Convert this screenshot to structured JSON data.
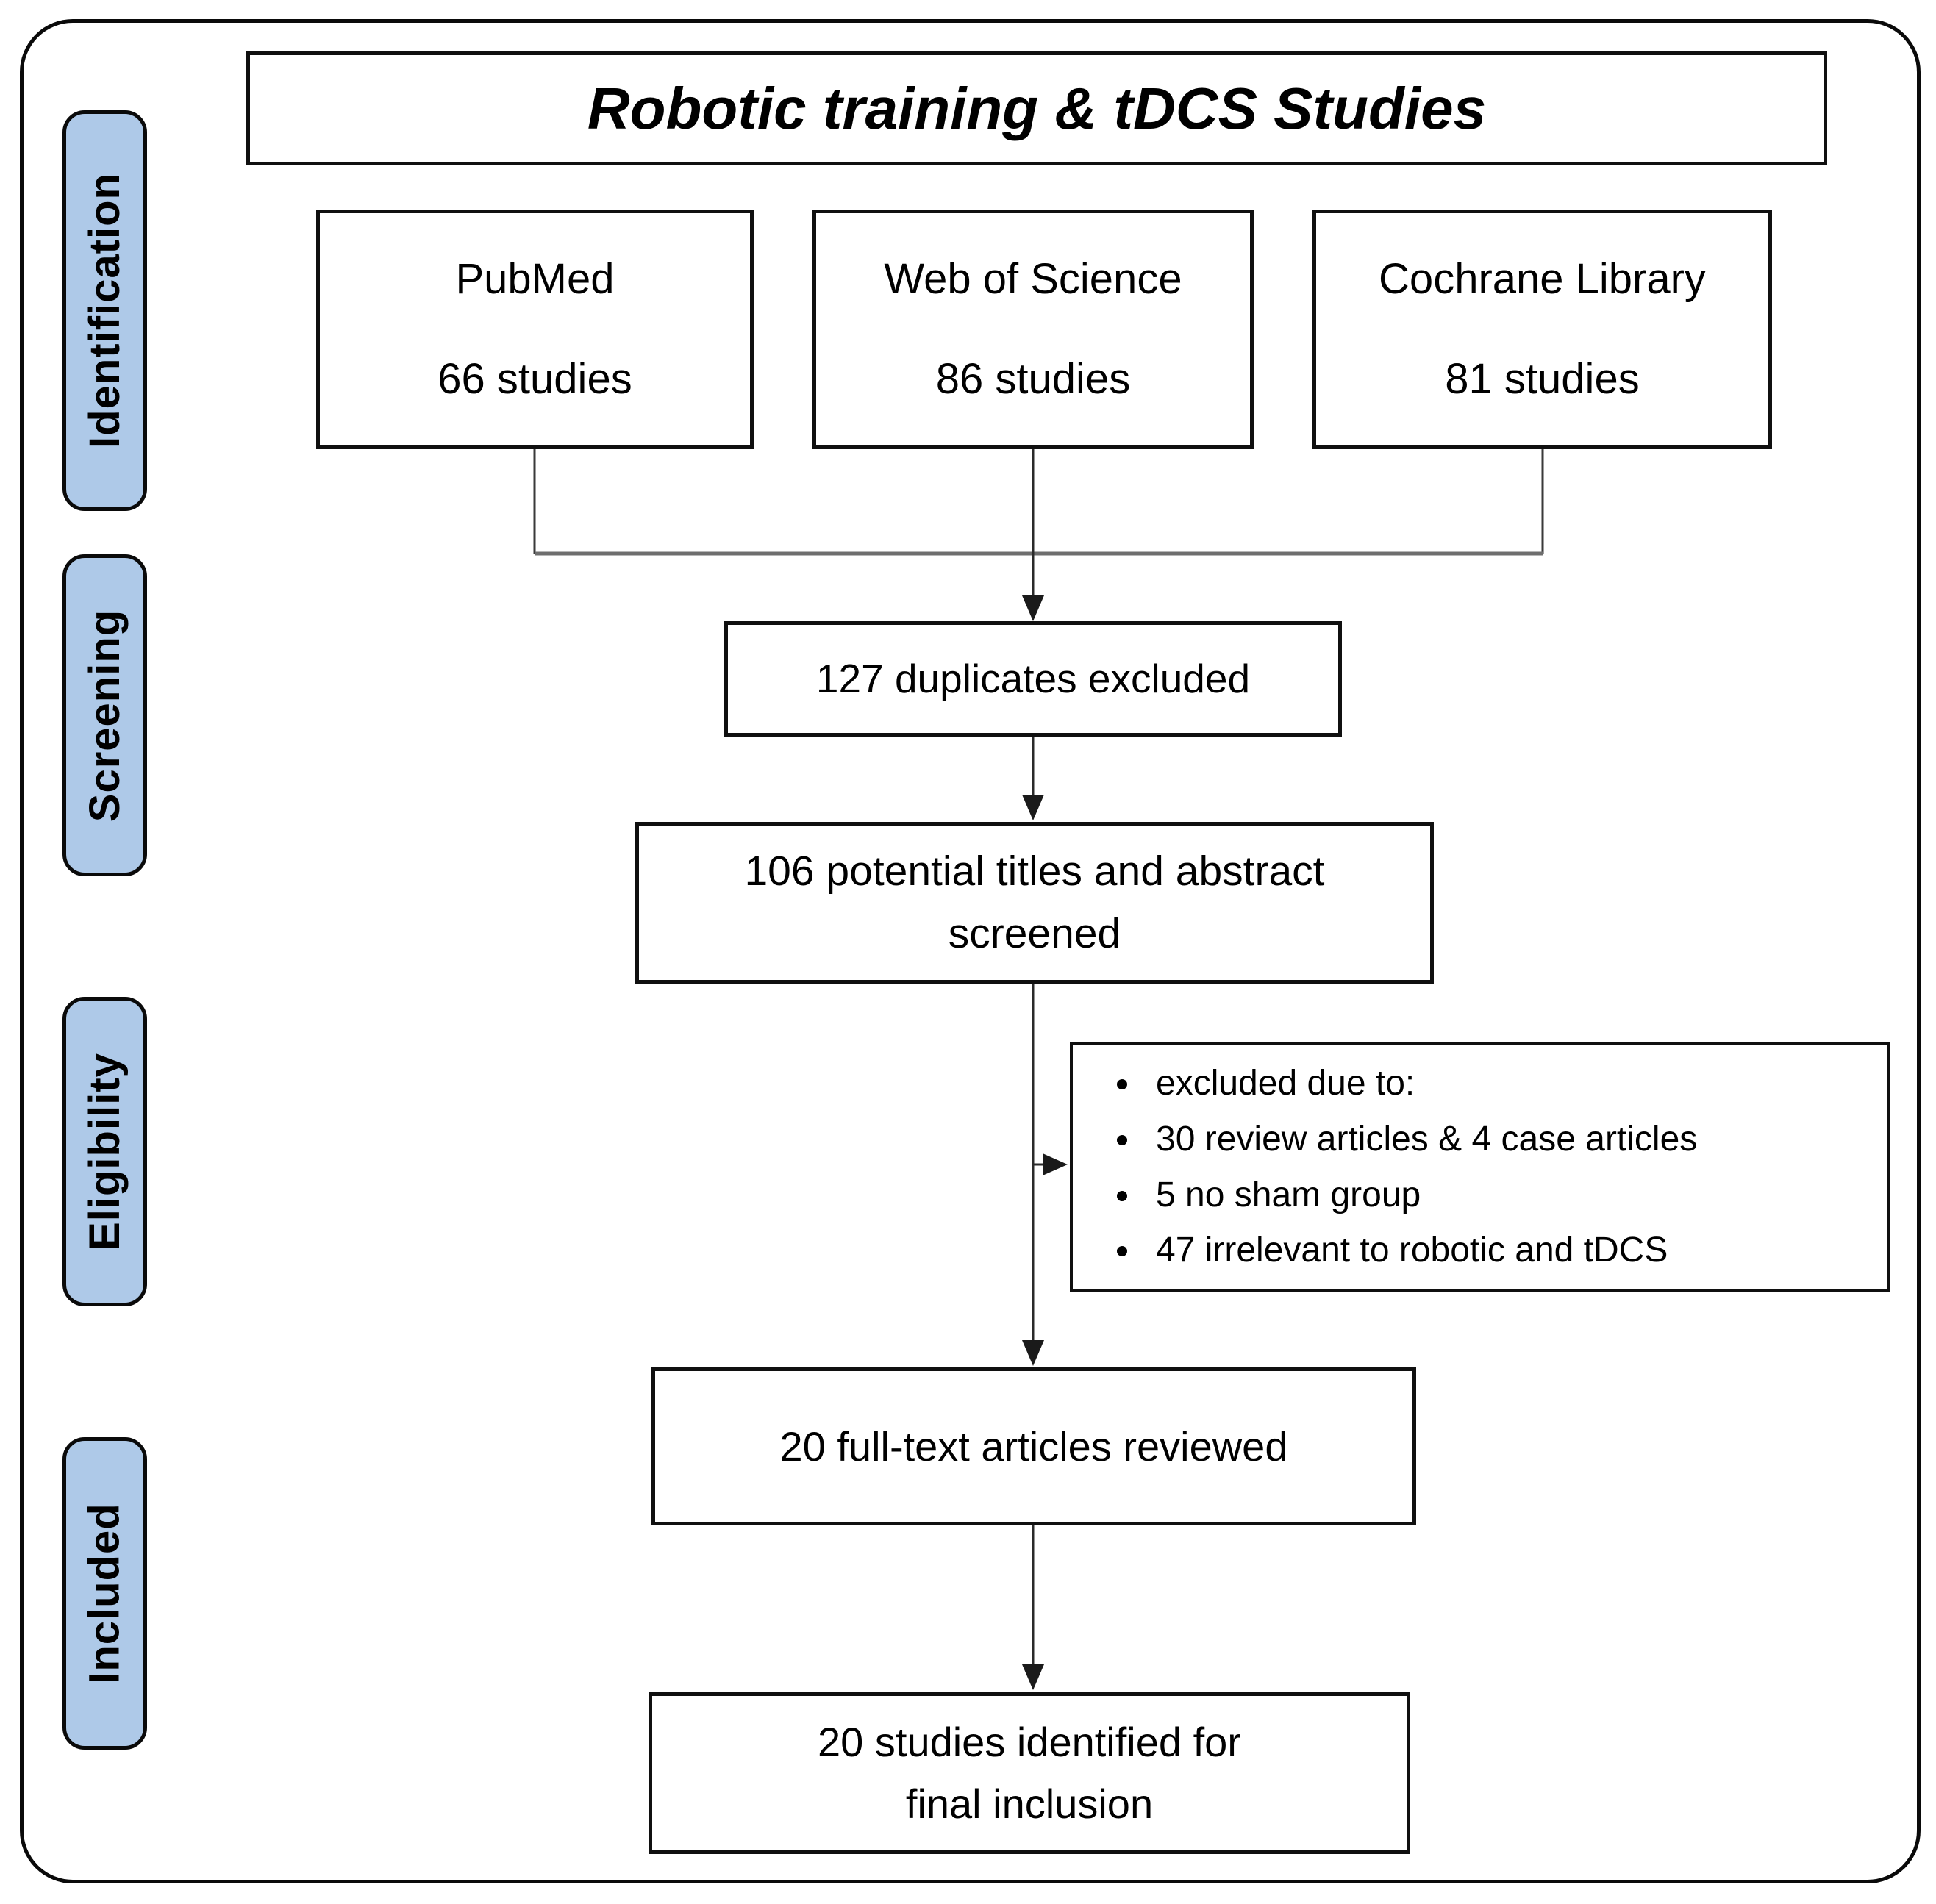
{
  "diagram": {
    "title": "Robotic training & tDCS Studies",
    "stages": [
      {
        "label": "Identification"
      },
      {
        "label": "Screening"
      },
      {
        "label": "Eligibility"
      },
      {
        "label": "Included"
      }
    ],
    "sources": [
      {
        "name": "PubMed",
        "count": "66 studies"
      },
      {
        "name": "Web of Science",
        "count": "86 studies"
      },
      {
        "name": "Cochrane Library",
        "count": "81 studies"
      }
    ],
    "duplicates_excluded": "127 duplicates excluded",
    "screened_lines": [
      "106 potential titles and abstract",
      "screened"
    ],
    "exclusion_bullets": [
      "excluded due to:",
      "30 review articles & 4 case articles",
      "5 no sham group",
      "47 irrelevant to robotic and tDCS"
    ],
    "fulltext_reviewed": "20 full-text articles reviewed",
    "final_lines": [
      "20 studies identified for",
      "final inclusion"
    ],
    "colors": {
      "stage_fill": "#AEC9E8",
      "border": "#000000"
    }
  }
}
